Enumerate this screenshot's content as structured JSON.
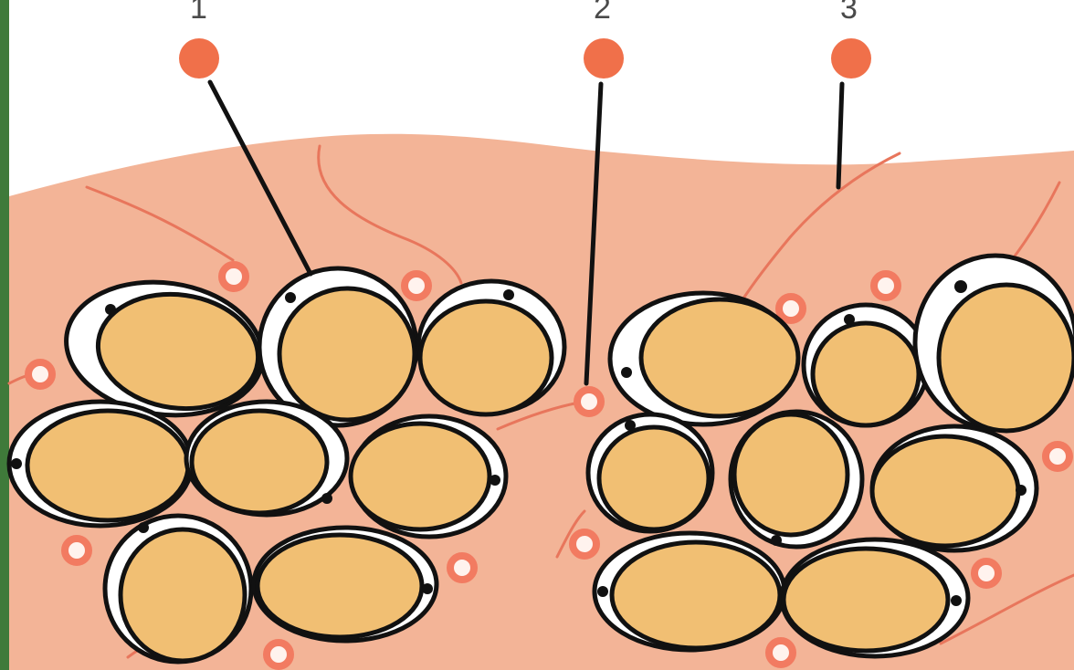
{
  "markers": [
    {
      "label": "1"
    },
    {
      "label": "2"
    },
    {
      "label": "3"
    }
  ],
  "colors": {
    "frame": "#3f7a3a",
    "background": "#ffffff",
    "tissue": "#f3b497",
    "fat_cell_fill": "#f1bf73",
    "cytoplasm_rim": "#ffffff",
    "membrane": "#111111",
    "pointer_head": "#f0704a",
    "capillary": "#e8765c",
    "vessel_ring": "#f27b61"
  }
}
